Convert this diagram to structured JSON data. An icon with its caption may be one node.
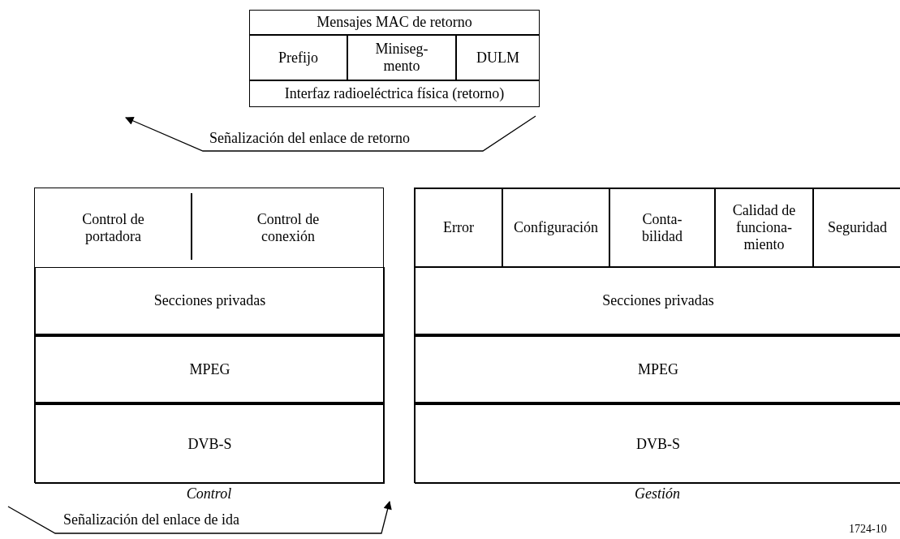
{
  "diagram": {
    "nodes": [
      {
        "text": [
          "Mensajes MAC de retorno"
        ]
      },
      {
        "text": [
          "Prefijo"
        ]
      },
      {
        "text": [
          "Miniseg-mento"
        ]
      },
      {
        "text": [
          "DULM"
        ]
      },
      {
        "text": [
          "Interfaz radioeléctrica física (retorno)"
        ]
      },
      {
        "text": [
          "Control"
        ]
      },
      {
        "text": [
          "Control de portadora"
        ],
        "in": 5
      },
      {
        "text": [
          "Control de conexión"
        ],
        "in": 5
      },
      {
        "text": [
          "Secciones privadas"
        ],
        "in": 5
      },
      {
        "text": [
          "MPEG"
        ],
        "in": 5
      },
      {
        "text": [
          "DVB-S"
        ],
        "in": 5
      },
      {
        "text": [
          "Gestión"
        ]
      },
      {
        "text": [
          "Error"
        ],
        "in": 11
      },
      {
        "text": [
          "Configuración"
        ],
        "in": 11
      },
      {
        "text": [
          "Conta-bilidad"
        ],
        "in": 11
      },
      {
        "text": [
          "Calidad de funciona-miento"
        ],
        "in": 11
      },
      {
        "text": [
          "Seguridad"
        ],
        "in": 11
      },
      {
        "text": [
          "Secciones privadas"
        ],
        "in": 11
      },
      {
        "text": [
          "MPEG"
        ],
        "in": 11
      },
      {
        "text": [
          "DVB-S"
        ],
        "in": 11
      }
    ],
    "edges": [],
    "labels": [
      "Señalización del enlace de retorno",
      "Señalización del enlace de ida",
      "1724-10"
    ]
  }
}
